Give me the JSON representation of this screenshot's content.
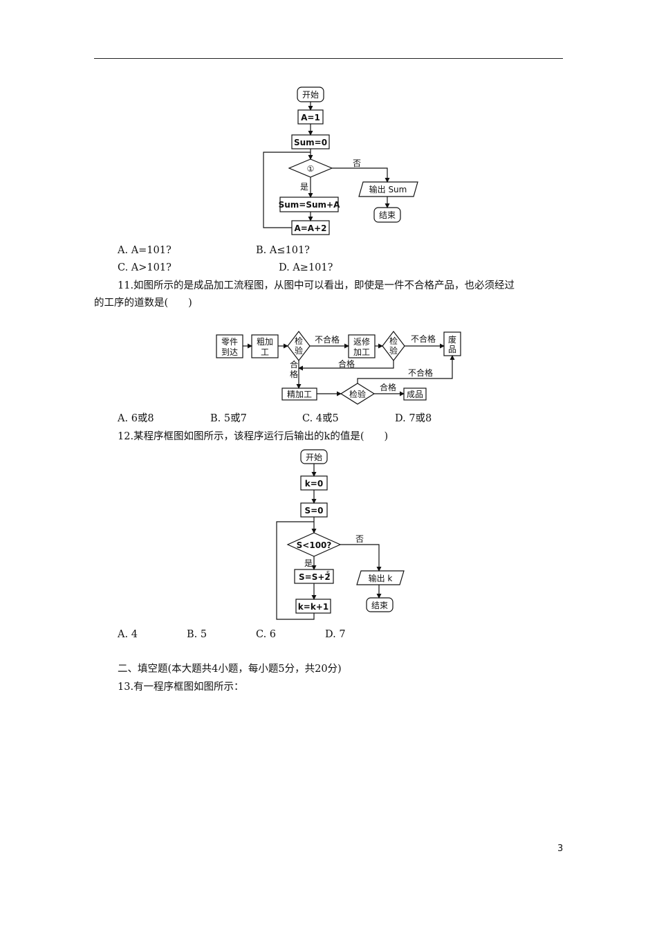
{
  "fc1": {
    "start": "开始",
    "a1": "A=1",
    "sum0": "Sum=0",
    "cond": "①",
    "no": "否",
    "yes": "是",
    "output": "输出 Sum",
    "sumadd": "Sum=Sum+A",
    "end": "结束",
    "ainc": "A=A+2"
  },
  "q10": {
    "a": "A. A=101?",
    "b": "B. A≤101?",
    "c": "C. A>101?",
    "d": "D. A≥101?"
  },
  "q11": {
    "line1": "11.如图所示的是成品加工流程图，从图中可以看出，即使是一件不合格产品，也必须经过",
    "line2": "的工序的道数是(　　)",
    "a": "A. 6或8",
    "b": "B. 5或7",
    "c": "C. 4或5",
    "d": "D. 7或8"
  },
  "fc2": {
    "parts1": "零件",
    "parts2": "到达",
    "rough1": "粗加",
    "rough2": "工",
    "check1a": "检",
    "check1b": "验",
    "fail1": "不合格",
    "repair1": "返修",
    "repair2": "加工",
    "check2a": "检",
    "check2b": "验",
    "fail2": "不合格",
    "waste1": "废",
    "waste2": "品",
    "pass1a": "合",
    "pass1b": "格",
    "pass2": "合格",
    "fail3": "不合格",
    "fine": "精加工",
    "check3": "检验",
    "pass3": "合格",
    "product": "成品"
  },
  "q12": {
    "line1": "12.某程序框图如图所示，该程序运行后输出的k的值是(　　)",
    "a": "A. 4",
    "b": "B. 5",
    "c": "C. 6",
    "d": "D. 7"
  },
  "fc3": {
    "start": "开始",
    "k0": "k=0",
    "s0": "S=0",
    "cond": "S<100?",
    "no": "否",
    "yes": "是",
    "sadd": "S=S+2",
    "sup": "S",
    "output": "输出 k",
    "kinc": "k=k+1",
    "end": "结束"
  },
  "section2": {
    "title": "二、填空题(本大题共4小题，每小题5分，共20分)",
    "q13": "13.有一程序框图如图所示："
  },
  "page_number": "3"
}
